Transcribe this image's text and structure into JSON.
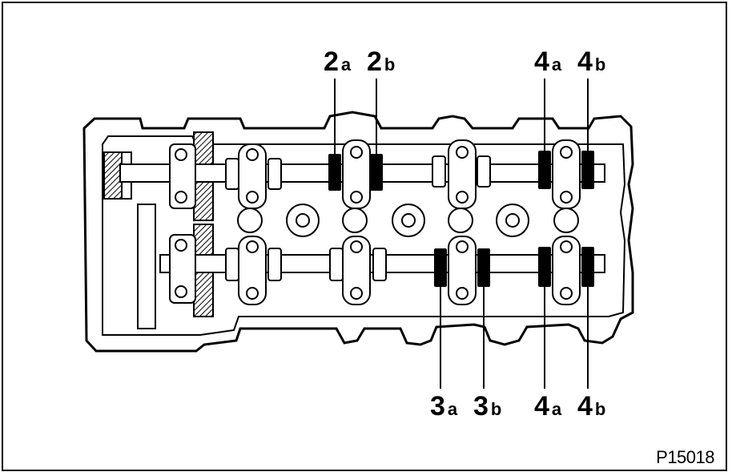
{
  "figure_id": "P15018",
  "top_labels": [
    {
      "num": "2",
      "sub": "a"
    },
    {
      "num": "2",
      "sub": "b"
    },
    {
      "num": "4",
      "sub": "a"
    },
    {
      "num": "4",
      "sub": "b"
    }
  ],
  "bottom_labels": [
    {
      "num": "3",
      "sub": "a"
    },
    {
      "num": "3",
      "sub": "b"
    },
    {
      "num": "4",
      "sub": "a"
    },
    {
      "num": "4",
      "sub": "b"
    }
  ]
}
